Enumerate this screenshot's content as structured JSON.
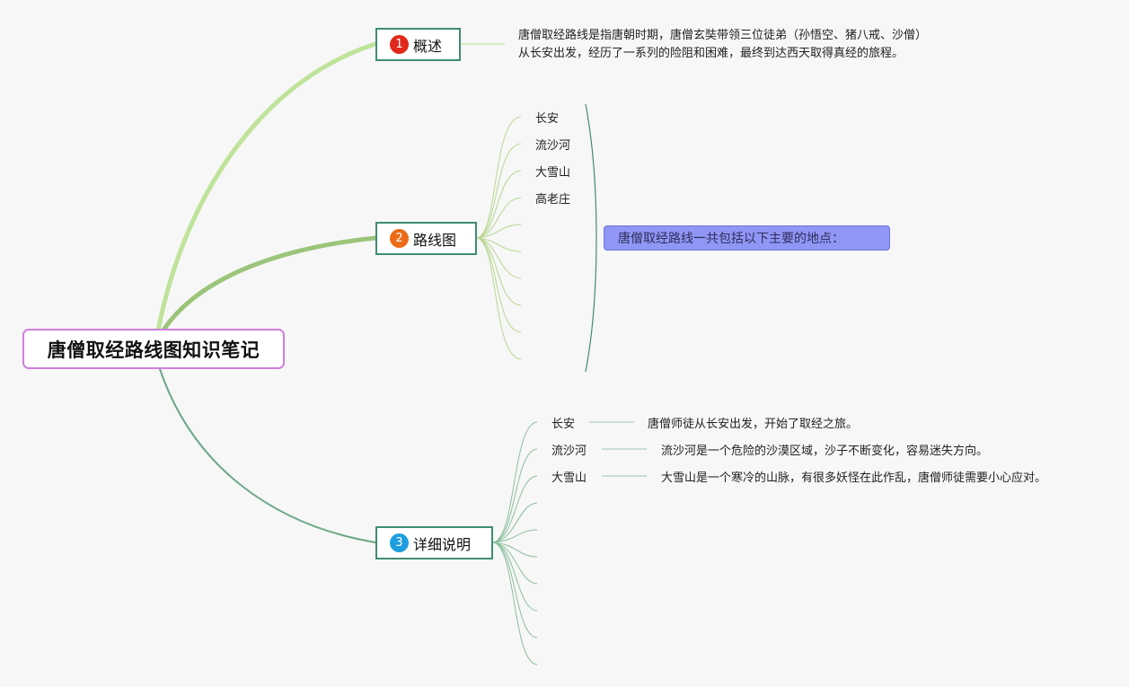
{
  "root": {
    "title": "唐僧取经路线图知识笔记"
  },
  "colors": {
    "root_border": "#cf7fdc",
    "topic_border": "#3f8c72",
    "badge_1": "#e0291c",
    "badge_2": "#ec6a16",
    "badge_3": "#1e9ee0",
    "callout_bg": "#8f96f5",
    "branch_1": "#bfe39a",
    "branch_2": "#9cc47a",
    "branch_3": "#6aa886"
  },
  "topics": [
    {
      "number": "1",
      "label": "概述",
      "icon": "number-1-badge-icon",
      "description": [
        "唐僧取经路线是指唐朝时期，唐僧玄奘带领三位徒弟（孙悟空、猪八戒、沙僧）",
        "从长安出发，经历了一系列的险阻和困难，最终到达西天取得真经的旅程。"
      ]
    },
    {
      "number": "2",
      "label": "路线图",
      "icon": "number-2-badge-icon",
      "places": [
        "长安",
        "流沙河",
        "大雪山",
        "高老庄"
      ],
      "callout": "唐僧取经路线一共包括以下主要的地点："
    },
    {
      "number": "3",
      "label": "详细说明",
      "icon": "number-3-badge-icon",
      "details": [
        {
          "place": "长安",
          "text": "唐僧师徒从长安出发，开始了取经之旅。"
        },
        {
          "place": "流沙河",
          "text": "流沙河是一个危险的沙漠区域，沙子不断变化，容易迷失方向。"
        },
        {
          "place": "大雪山",
          "text": "大雪山是一个寒冷的山脉，有很多妖怪在此作乱，唐僧师徒需要小心应对。"
        }
      ]
    }
  ]
}
